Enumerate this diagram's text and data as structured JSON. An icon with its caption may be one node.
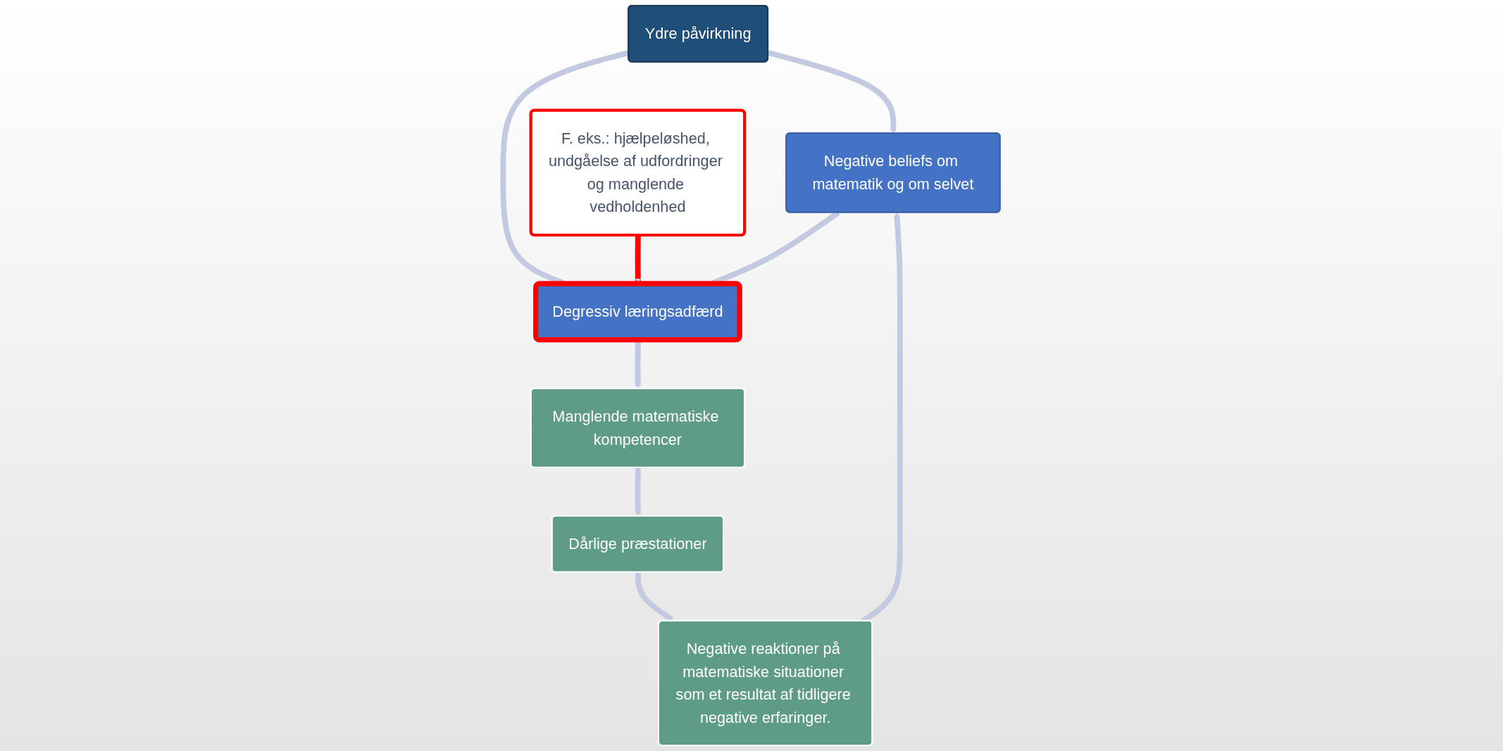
{
  "diagram": {
    "nodes": [
      {
        "text": [
          "Negative beliefs om matematik og om selvet"
        ]
      },
      {
        "text": [
          "Ydre påvirkning"
        ]
      },
      {
        "text": [
          "Degressiv læringsadfærd"
        ]
      },
      {
        "text": [
          "F. eks.: hjælpeløshed, undgåelse af udfordringer og manglende vedholdenhed"
        ]
      },
      {
        "text": [
          "Negative reaktioner på matematiske situationer som et resultat af tidligere negative erfaringer."
        ]
      },
      {
        "text": [
          "Dårlige præstationer"
        ]
      },
      {
        "text": [
          "Manglende matematiske kompetencer"
        ]
      }
    ],
    "edges": [
      {
        "from": 1,
        "to": 0,
        "arrow": "to"
      },
      {
        "from": 1,
        "to": 2,
        "arrow": "to"
      },
      {
        "from": 3,
        "to": 2,
        "arrow": "to",
        "color": "#ff0000"
      },
      {
        "from": 0,
        "to": 2,
        "arrow": "to"
      },
      {
        "from": 2,
        "to": 6,
        "arrow": "to"
      },
      {
        "from": 6,
        "to": 5,
        "arrow": "to"
      },
      {
        "from": 5,
        "to": 4,
        "arrow": "to"
      },
      {
        "from": 4,
        "to": 0,
        "arrow": "to"
      }
    ]
  }
}
